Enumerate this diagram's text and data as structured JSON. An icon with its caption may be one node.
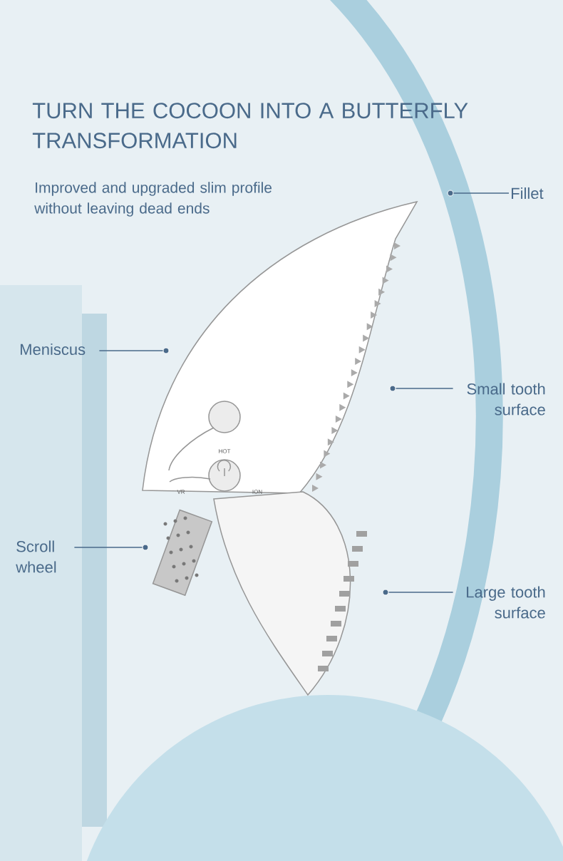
{
  "diagram": {
    "title": "TURN THE COCOON INTO A BUTTERFLY TRANSFORMATION",
    "nodes": [
      {
        "text": [
          "Fillet"
        ]
      },
      {
        "text": [
          "Meniscus"
        ]
      },
      {
        "text": [
          "Small tooth surface"
        ]
      },
      {
        "text": [
          "Scroll wheel"
        ]
      },
      {
        "text": [
          "Large tooth surface"
        ]
      },
      {
        "text": [],
        "shape": "circle"
      },
      {
        "text": [],
        "shape": "circle"
      },
      {
        "text": [],
        "shape": "circle"
      },
      {
        "text": [],
        "shape": "circle"
      },
      {
        "text": [],
        "shape": "circle"
      }
    ],
    "edges": [
      {
        "from": 0,
        "to": 5,
        "arrow": "none"
      },
      {
        "from": 1,
        "to": 6,
        "arrow": "none"
      },
      {
        "from": 2,
        "to": 7,
        "arrow": "none"
      },
      {
        "from": 3,
        "to": 8,
        "arrow": "none"
      },
      {
        "from": 4,
        "to": 9,
        "arrow": "none"
      }
    ],
    "labels": [
      "Improved and upgraded slim profile without leaving dead ends",
      "HOT",
      "VR",
      "ION"
    ]
  }
}
